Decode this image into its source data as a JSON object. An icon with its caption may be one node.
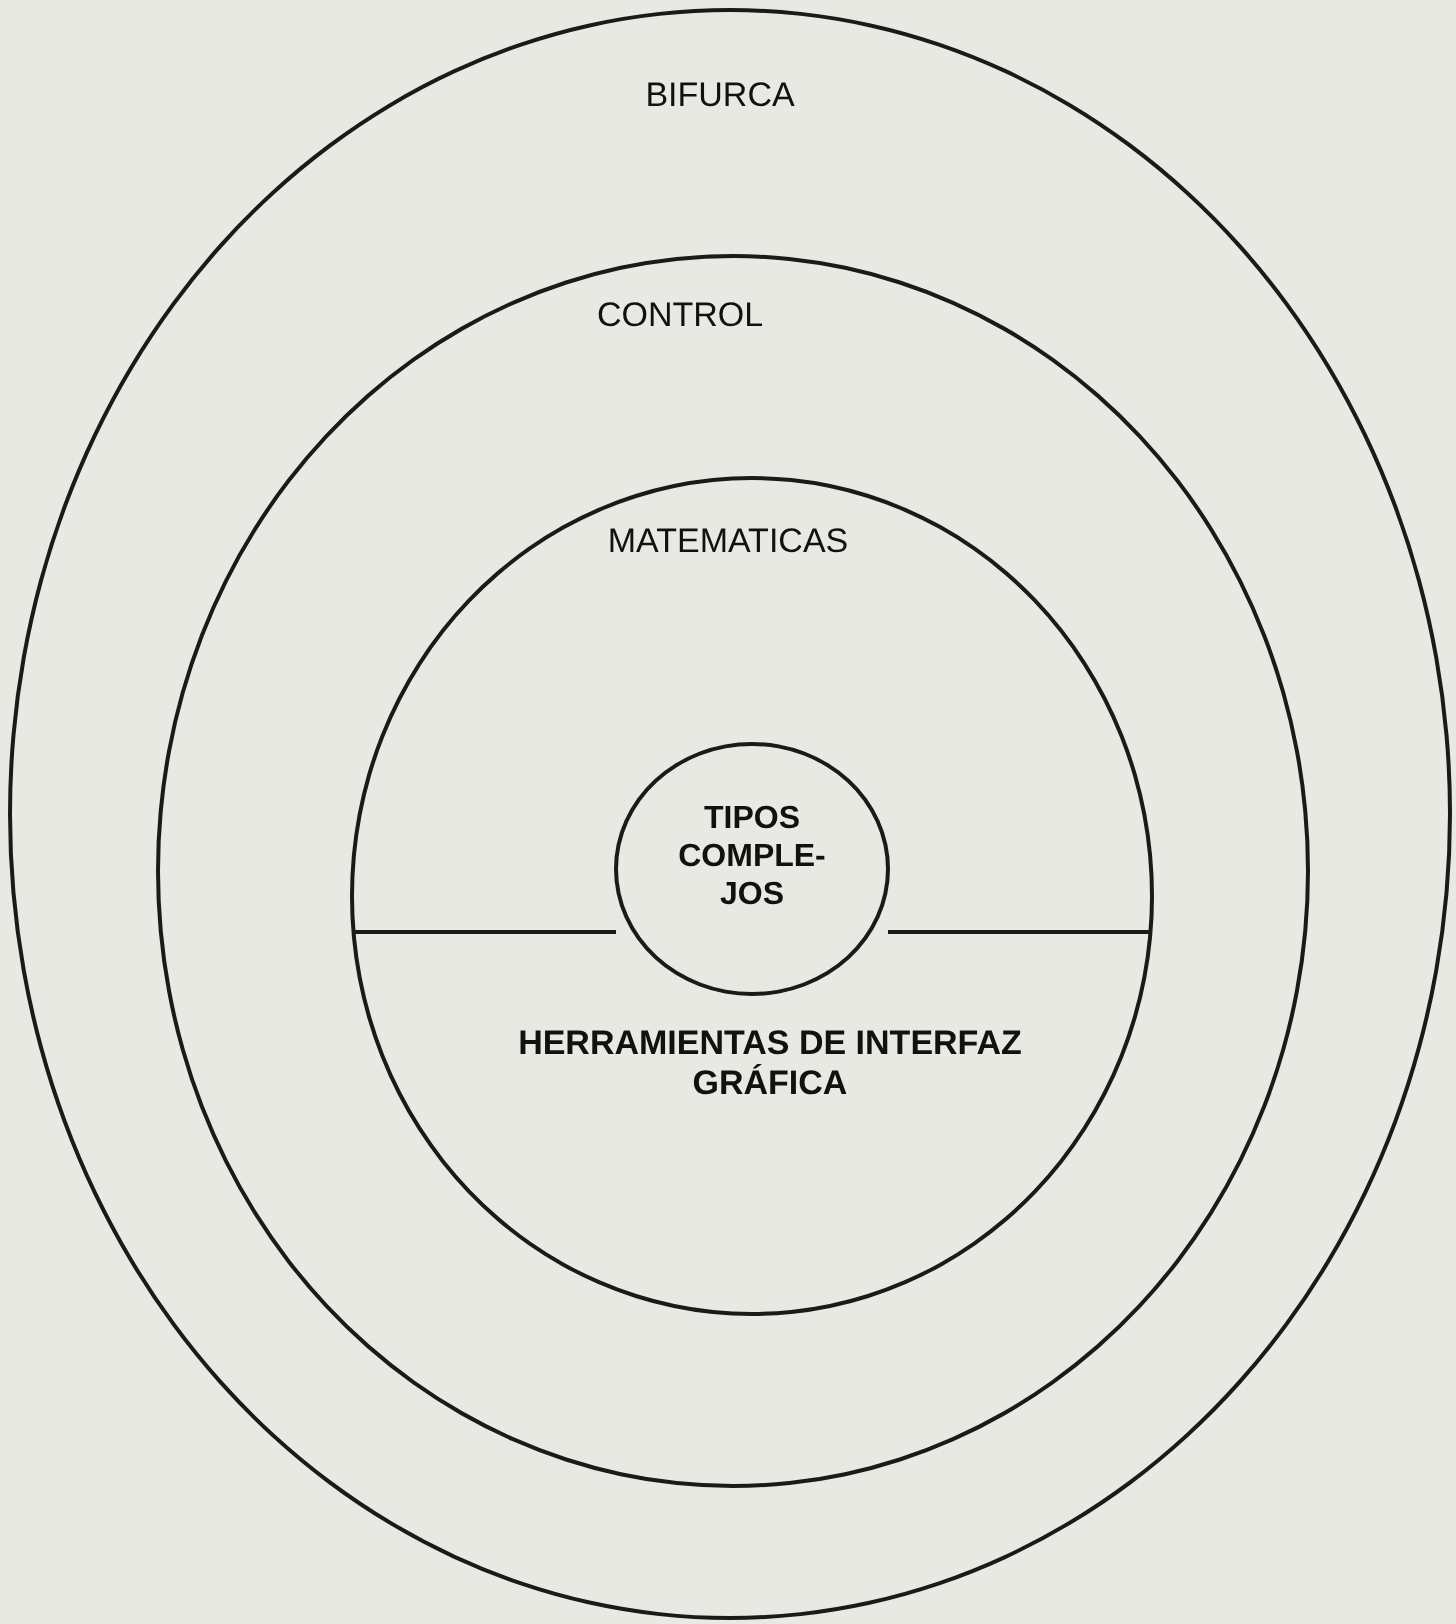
{
  "diagram": {
    "nodes": [
      {
        "text": [
          "BIFURCA"
        ]
      },
      {
        "text": [
          "CONTROL"
        ],
        "in": 0
      },
      {
        "text": [
          "MATEMATICAS",
          "HERRAMIENTAS DE INTERFAZ GRÁFICA"
        ],
        "in": 1
      },
      {
        "text": [
          "TIPOS COMPLE- JOS"
        ],
        "in": 2
      }
    ]
  }
}
